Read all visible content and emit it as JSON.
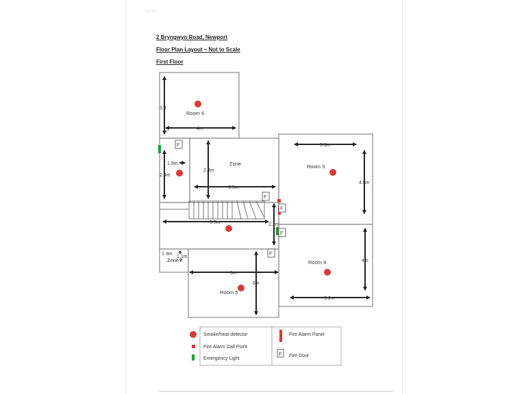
{
  "header": {
    "address": "2 Bryngwyn Road, Newport",
    "subtitle": "Floor Plan Layout – Not to Scale",
    "floor": "First Floor"
  },
  "rooms": {
    "room6": {
      "name": "Room 6",
      "dim_v": "3.3",
      "dim_h": "4m"
    },
    "zone_upper": {
      "name": "Zone",
      "dim_v": "2.4m",
      "dim_h": "3.5m"
    },
    "left_strip": {
      "dim_h": "1.9m",
      "dim_v": "2.4m"
    },
    "room3": {
      "name": "Room 3",
      "dim_h": "3.3m",
      "dim_v": "4.5m"
    },
    "landing": {
      "dim_h": "5.5m",
      "dim_v": "2.2m"
    },
    "zone_lower": {
      "name": "Zone",
      "dim_h": "1.3m",
      "dim_v": "1.1m"
    },
    "room4": {
      "name": "Room 4",
      "dim_v": "4m",
      "dim_h": "5.2m"
    },
    "room5": {
      "name": "Room 5",
      "dim_h": "5m",
      "dim_v": "6m"
    }
  },
  "fire_door_letter": "F",
  "legend": {
    "smoke_detector": "Smoke/heat detector",
    "call_point": "Fire Alarm Call Point",
    "emergency_light": "Emergency Light",
    "alarm_panel": "Fire Alarm Panel",
    "fire_door": "Fire Door"
  },
  "colors": {
    "detector": "#d83b36",
    "call_point": "#d83b36",
    "emergency_light": "#1e9e3a",
    "alarm_panel": "#d83b36",
    "wall": "#8a8a8a",
    "dimension_arrow": "#222222"
  }
}
